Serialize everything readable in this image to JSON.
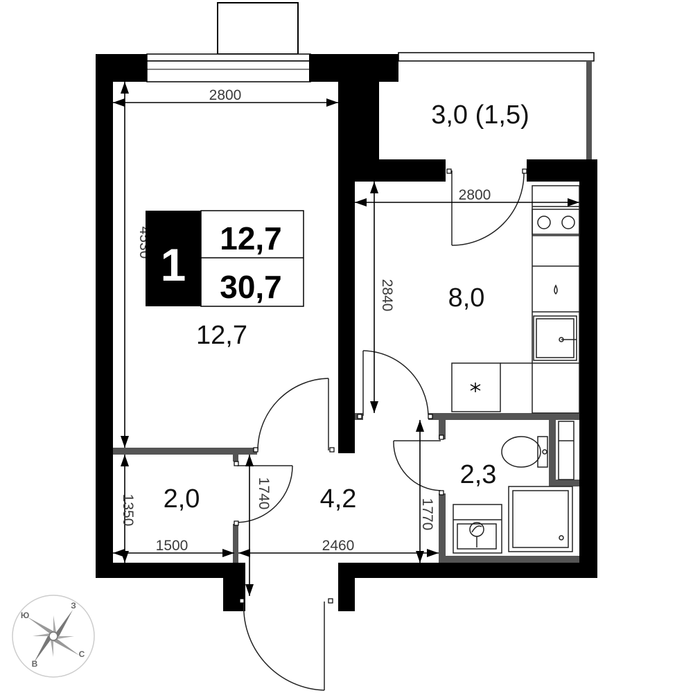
{
  "badge": {
    "rooms": "1",
    "living_area": "12,7",
    "total_area": "30,7"
  },
  "rooms": {
    "living_room": "12,7",
    "balcony": "3,0 (1,5)",
    "kitchen": "8,0",
    "bathroom": "2,3",
    "storage": "2,0",
    "hallway": "4,2"
  },
  "dimensions": {
    "living_width": "2800",
    "living_length": "4530",
    "kitchen_width": "2800",
    "kitchen_length": "2840",
    "storage_width": "1500",
    "storage_length": "1350",
    "hallway_width": "2460",
    "hallway_length": "1740",
    "bathroom_length": "1770"
  },
  "compass": {
    "north": "С",
    "south": "Ю",
    "east": "В",
    "west": "З"
  }
}
